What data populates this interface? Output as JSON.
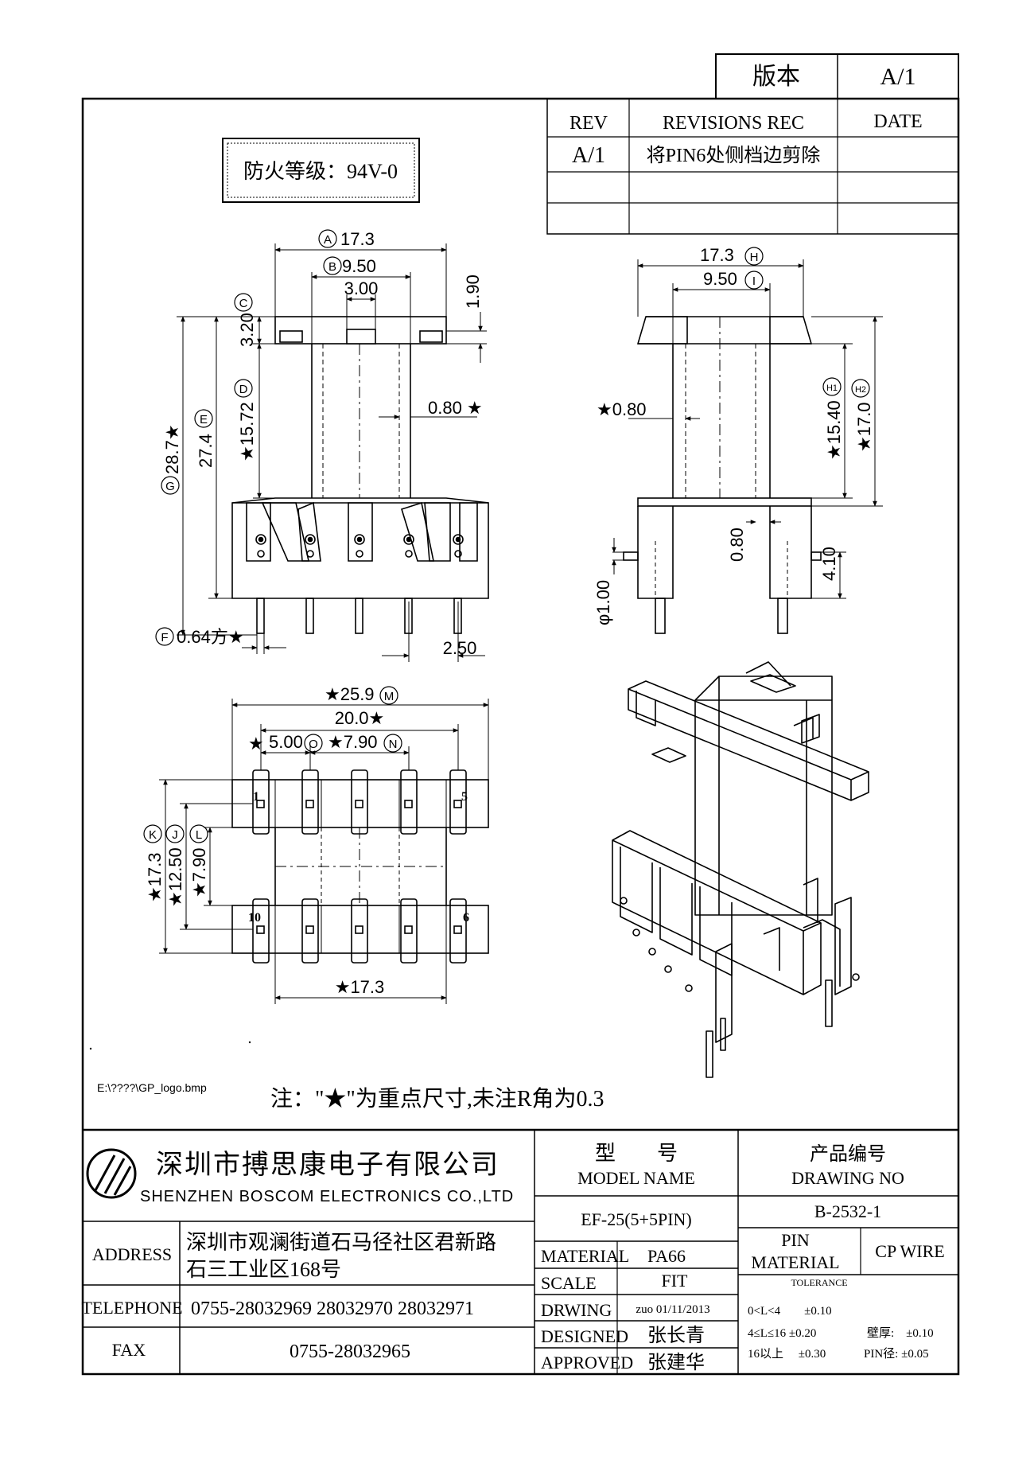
{
  "version_box": {
    "label": "版本",
    "value": "A/1"
  },
  "revisions": {
    "headers": {
      "rev": "REV",
      "rec": "REVISIONS REC",
      "date": "DATE"
    },
    "rows": [
      {
        "rev": "A/1",
        "rec": "将PIN6处侧档边剪除",
        "date": ""
      }
    ]
  },
  "fire_rating": "防火等级：94V-0",
  "front_view": {
    "dims": {
      "a": "17.3",
      "a_mark": "A",
      "b": "9.50",
      "b_mark": "B",
      "core": "3.00",
      "flange_thk": "1.90",
      "c": "3.20",
      "c_mark": "C",
      "d": "★15.72",
      "d_mark": "D",
      "e": "27.4",
      "e_mark": "E",
      "g": "28.7★",
      "g_mark": "G",
      "wall": "0.80 ★",
      "f": "0.64方★",
      "f_mark": "F",
      "pitch": "2.50"
    }
  },
  "side_view": {
    "dims": {
      "h": "17.3",
      "h_mark": "H",
      "i": "9.50",
      "i_mark": "I",
      "wall": "★0.80",
      "h1": "★15.40",
      "h1_mark": "H1",
      "h2": "★17.0",
      "h2_mark": "H2",
      "gap": "0.80",
      "pin_dia": "φ1.00",
      "stub": "4.10"
    }
  },
  "bottom_view": {
    "dims": {
      "m": "★25.9",
      "m_mark": "M",
      "inner": "20.0★",
      "o": "5.00",
      "o_star": "★",
      "o_mark": "O",
      "n": "★7.90",
      "n_mark": "N",
      "k": "★17.3",
      "k_mark": "K",
      "j": "★12.50",
      "j_mark": "J",
      "l": "★7.90",
      "l_mark": "L",
      "bottom": "★17.3"
    },
    "pins": {
      "p1": "1",
      "p5": "5",
      "p6": "6",
      "p10": "10"
    }
  },
  "logo_path": "E:\\????\\GP_logo.bmp",
  "note": "注：\"★\"为重点尺寸,未注R角为0.3",
  "company": {
    "cn": "深圳市搏思康电子有限公司",
    "en": "SHENZHEN BOSCOM ELECTRONICS CO.,LTD"
  },
  "address": {
    "label": "ADDRESS",
    "line1": "深圳市观澜街道石马径社区君新路",
    "line2": "石三工业区168号"
  },
  "telephone": {
    "label": "TELEPHONE",
    "value": "0755-28032969 28032970 28032971"
  },
  "fax": {
    "label": "FAX",
    "value": "0755-28032965"
  },
  "model": {
    "label_cn": "型　　号",
    "label_en": "MODEL NAME",
    "value": "EF-25(5+5PIN)"
  },
  "drawing_no": {
    "label_cn": "产品编号",
    "label_en": "DRAWING NO",
    "value": "B-2532-1"
  },
  "material": {
    "label": "MATERIAL",
    "value": "PA66"
  },
  "scale": {
    "label": "SCALE",
    "value": "FIT"
  },
  "drwing": {
    "label": "DRWING",
    "value": "zuo 01/11/2013"
  },
  "designed": {
    "label": "DESIGNED",
    "value": "张长青"
  },
  "approved": {
    "label": "APPROVED",
    "value": "张建华"
  },
  "pin_material": {
    "label1": "PIN",
    "label2": "MATERIAL",
    "value": "CP WIRE"
  },
  "tolerance": {
    "label": "TOLERANCE",
    "r1": "0<L<4　　±0.10",
    "r2": "4≤L≤16 ±0.20",
    "r3": "16以上　 ±0.30",
    "wall": "壁厚:　±0.10",
    "pin": "PIN径: ±0.05"
  }
}
